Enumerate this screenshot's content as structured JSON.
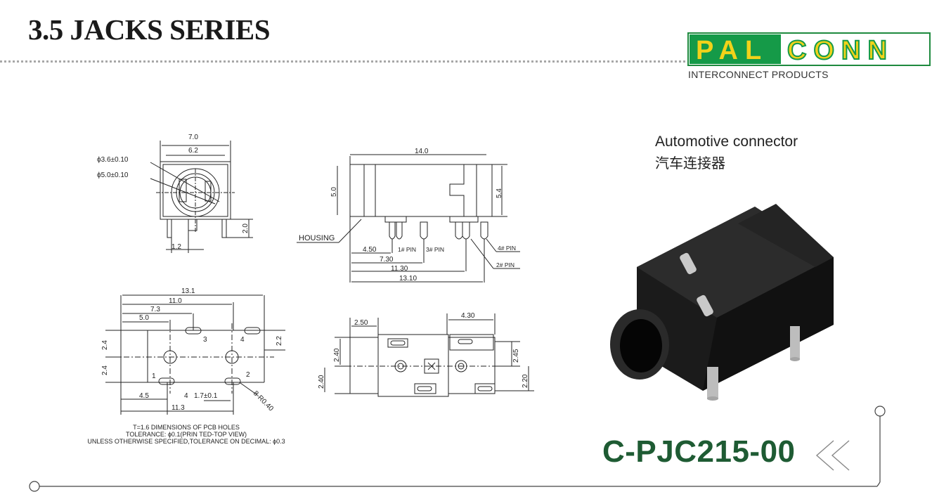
{
  "header": {
    "title": "3.5 JACKS SERIES"
  },
  "logo": {
    "part_green": "PAL",
    "part_yellow": "CONN",
    "tagline": "INTERCONNECT  PRODUCTS",
    "colors": {
      "green": "#159a48",
      "yellow": "#f2d21a",
      "outline": "#1e8a3e"
    }
  },
  "product": {
    "name_en": "Automotive connector",
    "name_cn": "汽车连接器",
    "part_number": "C-PJC215-00",
    "part_color": "#1e5b33"
  },
  "front_view": {
    "dim_7_0": "7.0",
    "dim_6_2": "6.2",
    "dim_hole_36": "ϕ3.6±0.10",
    "dim_hole_50": "ϕ5.0±0.10",
    "dim_2_0": "2.0",
    "dim_1_2": "1.2"
  },
  "side_view": {
    "dim_14_0": "14.0",
    "dim_5_0": "5.0",
    "dim_5_4": "5.4",
    "housing": "HOUSING",
    "dim_4_50": "4.50",
    "dim_7_30": "7.30",
    "dim_11_30": "11.30",
    "dim_13_10": "13.10",
    "pin1": "1# PIN",
    "pin3": "3# PIN",
    "pin4": "4# PIN",
    "pin2": "2# PIN"
  },
  "pcb_view": {
    "dim_13_1": "13.1",
    "dim_11_0": "11.0",
    "dim_7_3": "7.3",
    "dim_5_0": "5.0",
    "dim_2_4_a": "2.4",
    "dim_2_4_b": "2.4",
    "dim_2_2": "2.2",
    "dim_4_5": "4.5",
    "dim_1_7": "1.7±0.1",
    "dim_11_3": "11.3",
    "dim_r040": "8-R0.40",
    "hole_1": "1",
    "hole_2": "2",
    "hole_3": "3",
    "hole_4": "4",
    "hole_4b": "4"
  },
  "bottom_view": {
    "dim_2_50": "2.50",
    "dim_4_30": "4.30",
    "dim_2_40_a": "2.40",
    "dim_2_40_b": "2.40",
    "dim_2_45": "2.45",
    "dim_2_20": "2.20"
  },
  "notes": {
    "line1": "T=1.6 DIMENSIONS OF PCB HOLES",
    "line2": "TOLERANCE: ϕ0.1(PRIN TED-TOP VIEW)",
    "line3": "UNLESS OTHERWISE SPECIFIED,TOLERANCE ON DECIMAL: ϕ0.3"
  }
}
